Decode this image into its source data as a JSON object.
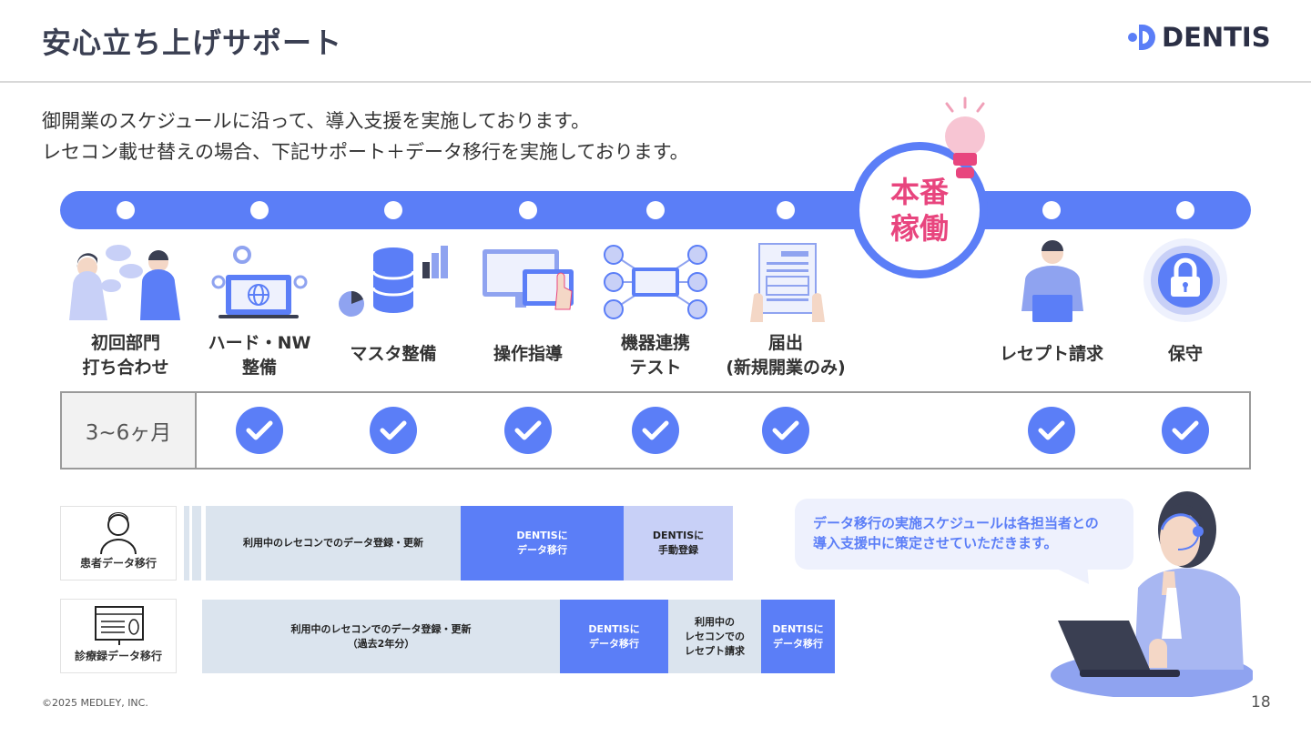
{
  "header": {
    "title": "安心立ち上げサポート",
    "logo_text": "DENTIS"
  },
  "intro": {
    "line1": "御開業のスケジュールに沿って、導入支援を実施しております。",
    "line2": "レセコン載せ替えの場合、下記サポート＋データ移行を実施しております。"
  },
  "timeline": {
    "live_line1": "本番",
    "live_line2": "稼働",
    "steps": [
      {
        "line1": "初回部門",
        "line2": "打ち合わせ"
      },
      {
        "line1": "ハード・NW",
        "line2": "整備"
      },
      {
        "line1": "マスタ整備",
        "line2": ""
      },
      {
        "line1": "操作指導",
        "line2": ""
      },
      {
        "line1": "機器連携",
        "line2": "テスト"
      },
      {
        "line1": "届出",
        "line2": "(新規開業のみ)"
      },
      {
        "line1": "レセプト請求",
        "line2": ""
      },
      {
        "line1": "保守",
        "line2": ""
      }
    ],
    "duration": "3~6ヶ月"
  },
  "migration": {
    "patient": {
      "label": "患者データ移行",
      "seg1": "利用中のレセコンでのデータ登録・更新",
      "seg2_line1": "DENTISに",
      "seg2_line2": "データ移行",
      "seg3_line1": "DENTISに",
      "seg3_line2": "手動登録"
    },
    "record": {
      "label": "診療録データ移行",
      "seg1_line1": "利用中のレセコンでのデータ登録・更新",
      "seg1_line2": "（過去2年分）",
      "seg2_line1": "DENTISに",
      "seg2_line2": "データ移行",
      "seg3_line1": "利用中の",
      "seg3_line2": "レセコンでの",
      "seg3_line3": "レセプト請求",
      "seg4_line1": "DENTISに",
      "seg4_line2": "データ移行"
    }
  },
  "bubble": {
    "line1": "データ移行の実施スケジュールは各担当者との",
    "line2": "導入支援中に策定させていただきます。"
  },
  "footer": {
    "copyright": "©2025 MEDLEY, INC.",
    "page": "18"
  },
  "colors": {
    "accent": "#5b7ef7",
    "highlight": "#e8457e",
    "segment_gray": "#dbe4ee",
    "segment_light": "#c8d0f7"
  }
}
